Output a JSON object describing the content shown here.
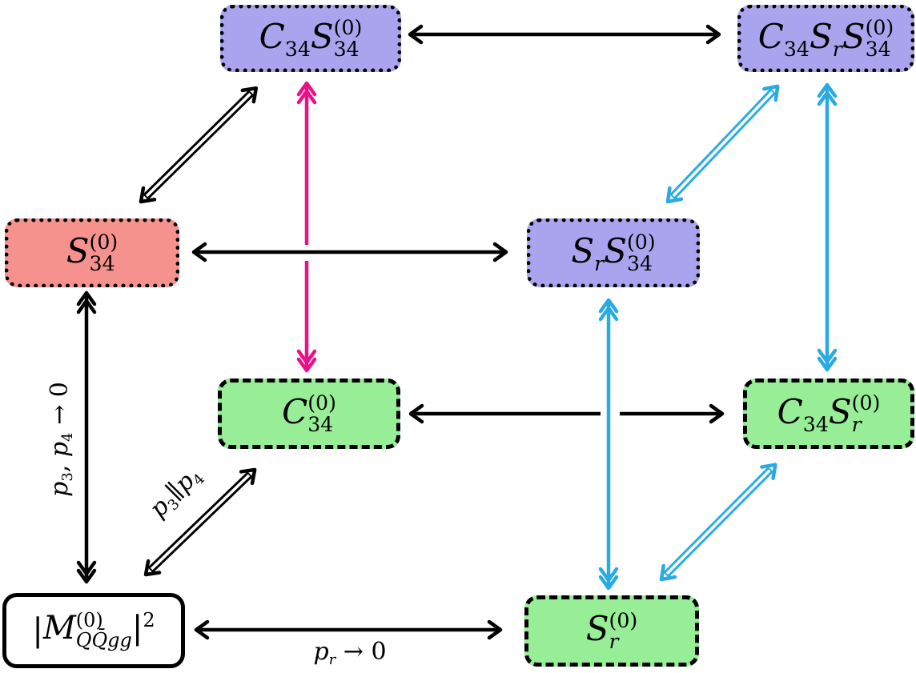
{
  "diagram": {
    "type": "commutative-limit-diagram",
    "background": "#ffffff",
    "colors": {
      "black": "#000000",
      "magenta": "#ed0f87",
      "cyan": "#29abe2",
      "box_blue": "#a9a4ed",
      "box_red": "#f5928e",
      "box_green": "#97ee97",
      "box_white": "#ffffff"
    },
    "nodes": [
      {
        "id": "c34-s34",
        "fill": "#a9a4ed",
        "border": "dotted",
        "tokens": [
          {
            "t": "C",
            "cal": true,
            "sub": "34"
          },
          {
            "t": "S",
            "cal": true,
            "sup": "(0)",
            "sub": "34"
          }
        ]
      },
      {
        "id": "c34-sr-s34",
        "fill": "#a9a4ed",
        "border": "dotted",
        "tokens": [
          {
            "t": "C",
            "cal": true,
            "sub": "34"
          },
          {
            "t": "S",
            "cal": true,
            "sub": "r"
          },
          {
            "t": "S",
            "cal": true,
            "sup": "(0)",
            "sub": "34"
          }
        ]
      },
      {
        "id": "s34",
        "fill": "#f5928e",
        "border": "dotted",
        "tokens": [
          {
            "t": "S",
            "cal": true,
            "sup": "(0)",
            "sub": "34"
          }
        ]
      },
      {
        "id": "sr-s34",
        "fill": "#a9a4ed",
        "border": "dotted",
        "tokens": [
          {
            "t": "S",
            "cal": true,
            "sub": "r"
          },
          {
            "t": "S",
            "cal": true,
            "sup": "(0)",
            "sub": "34"
          }
        ]
      },
      {
        "id": "c34",
        "fill": "#97ee97",
        "border": "dashed",
        "tokens": [
          {
            "t": "C",
            "cal": true,
            "sup": "(0)",
            "sub": "34"
          }
        ]
      },
      {
        "id": "c34-sr",
        "fill": "#97ee97",
        "border": "dashed",
        "tokens": [
          {
            "t": "C",
            "cal": true,
            "sub": "34"
          },
          {
            "t": "S",
            "cal": true,
            "sup": "(0)",
            "sub": "r"
          }
        ]
      },
      {
        "id": "matrix-element",
        "fill": "#ffffff",
        "border": "solid",
        "tokens": [
          {
            "t": "|"
          },
          {
            "t": "M",
            "cal": true,
            "sup": "(0)",
            "sub": "QQ̄gg"
          },
          {
            "t": "|",
            "sup": "2"
          }
        ]
      },
      {
        "id": "sr",
        "fill": "#97ee97",
        "border": "dashed",
        "tokens": [
          {
            "t": "S",
            "cal": true,
            "sup": "(0)",
            "sub": "r"
          }
        ]
      }
    ],
    "edges": [
      {
        "id": "s34--c34s34",
        "from": "s34",
        "to": "c34-s34",
        "color": "#000000",
        "line": "double",
        "heads": "single"
      },
      {
        "id": "c34s34--c34srs34",
        "from": "c34-s34",
        "to": "c34-sr-s34",
        "color": "#000000",
        "line": "single",
        "heads": "single"
      },
      {
        "id": "s34--srs34",
        "from": "s34",
        "to": "sr-s34",
        "color": "#000000",
        "line": "single",
        "heads": "single"
      },
      {
        "id": "c34s34--c34",
        "from": "c34-s34",
        "to": "c34",
        "color": "#ed0f87",
        "line": "single",
        "heads": "double"
      },
      {
        "id": "s34--matrix",
        "from": "s34",
        "to": "matrix-element",
        "color": "#000000",
        "line": "single",
        "heads": "double",
        "label": "p34_limit"
      },
      {
        "id": "matrix--c34",
        "from": "matrix-element",
        "to": "c34",
        "color": "#000000",
        "line": "double",
        "heads": "single",
        "label": "p3_parallel_p4"
      },
      {
        "id": "matrix--sr",
        "from": "matrix-element",
        "to": "sr",
        "color": "#000000",
        "line": "single",
        "heads": "single",
        "label": "pr_limit"
      },
      {
        "id": "c34--c34sr",
        "from": "c34",
        "to": "c34-sr",
        "color": "#000000",
        "line": "single",
        "heads": "single"
      },
      {
        "id": "srs34--c34srs34",
        "from": "sr-s34",
        "to": "c34-sr-s34",
        "color": "#29abe2",
        "line": "double",
        "heads": "single"
      },
      {
        "id": "c34srs34--c34sr",
        "from": "c34-sr-s34",
        "to": "c34-sr",
        "color": "#29abe2",
        "line": "single",
        "heads": "double"
      },
      {
        "id": "srs34--sr",
        "from": "sr-s34",
        "to": "sr",
        "color": "#29abe2",
        "line": "single",
        "heads": "double"
      },
      {
        "id": "sr--c34sr",
        "from": "sr",
        "to": "c34-sr",
        "color": "#29abe2",
        "line": "double",
        "heads": "single"
      }
    ],
    "edge_labels": {
      "p34_limit": {
        "tokens": [
          {
            "t": "p",
            "sub": "3"
          },
          {
            "t": ", "
          },
          {
            "t": "p",
            "sub": "4"
          },
          {
            "t": " → 0"
          }
        ]
      },
      "p3_parallel_p4": {
        "tokens": [
          {
            "t": "p",
            "sub": "3"
          },
          {
            "t": "∥"
          },
          {
            "t": "p",
            "sub": "4"
          }
        ]
      },
      "pr_limit": {
        "tokens": [
          {
            "t": "p",
            "sub": "r"
          },
          {
            "t": " → 0"
          }
        ]
      }
    }
  }
}
